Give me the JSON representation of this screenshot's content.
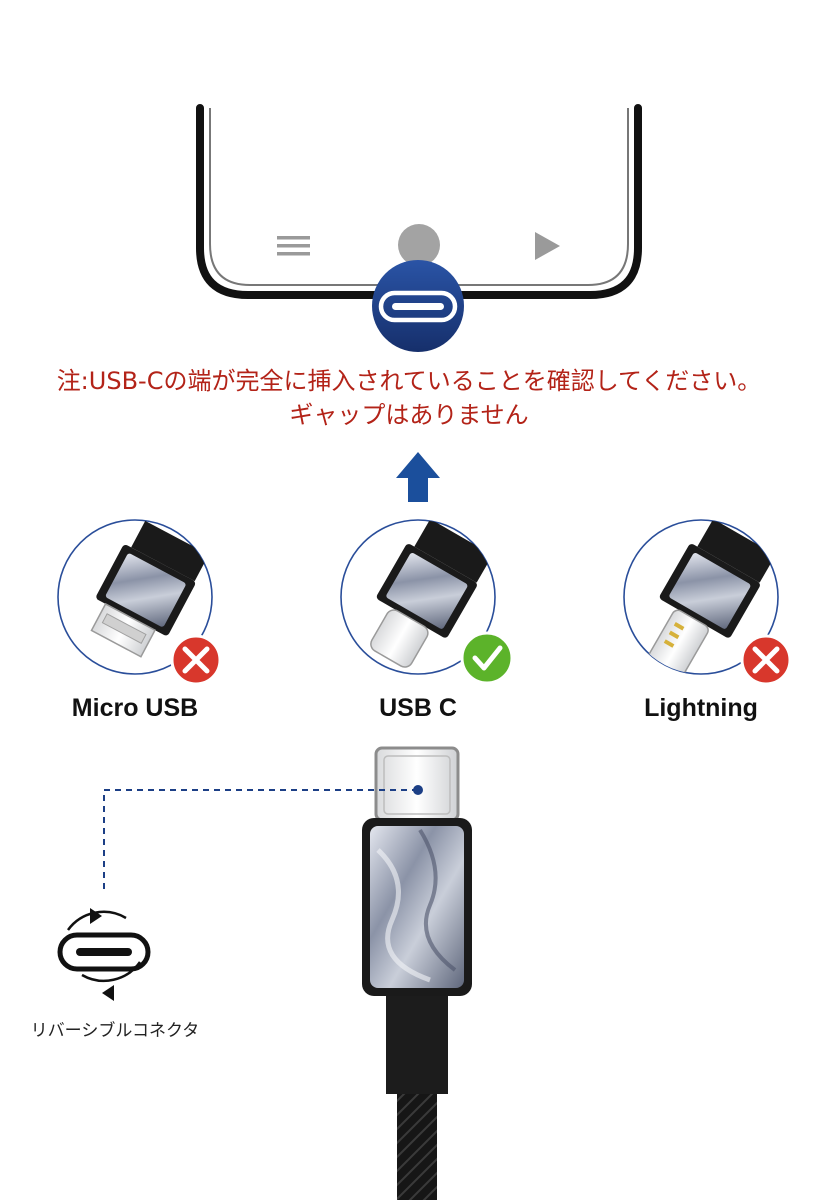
{
  "notice": {
    "line1": "注:USB-Cの端が完全に挿入されていることを確認してください。",
    "line2": "ギャップはありません"
  },
  "connectors": [
    {
      "label": "Micro USB",
      "status": "incompatible"
    },
    {
      "label": "USB C",
      "status": "compatible"
    },
    {
      "label": "Lightning",
      "status": "incompatible"
    }
  ],
  "reversible": {
    "label": "リバーシブルコネクタ"
  },
  "colors": {
    "notice_red": "#b32318",
    "arrow_blue": "#1b4f9c",
    "port_badge_blue": "#1c3f86",
    "cross_red": "#d8372c",
    "check_green": "#5cb32a",
    "circle_outline": "#2a4e9a",
    "cable_black": "#1a1a1a"
  },
  "icons": {
    "phone_nav": [
      "menu-icon",
      "home-icon",
      "back-play-icon"
    ],
    "port": "usb-c-port-icon",
    "arrow": "arrow-up-icon",
    "reversible": "rotate-arrows-icon"
  }
}
